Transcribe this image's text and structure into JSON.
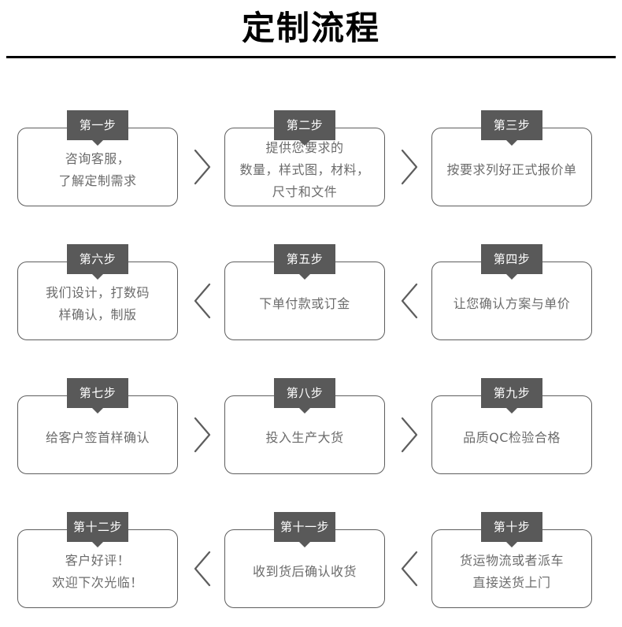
{
  "header": {
    "title": "定制流程"
  },
  "flow": {
    "rows": [
      {
        "direction": "right",
        "cells": [
          {
            "badge": "第一步",
            "lines": [
              "咨询客服，",
              "了解定制需求"
            ]
          },
          {
            "badge": "第二步",
            "lines": [
              "提供您要求的",
              "数量，样式图，材料，",
              "尺寸和文件"
            ]
          },
          {
            "badge": "第三步",
            "lines": [
              "按要求列好正式报价单"
            ]
          }
        ],
        "connectors": [
          "chevron-right-icon",
          "chevron-right-icon"
        ],
        "row_end_connector": "chevron-down-icon"
      },
      {
        "direction": "left",
        "cells": [
          {
            "badge": "第六步",
            "lines": [
              "我们设计，打数码",
              "样确认，制版"
            ]
          },
          {
            "badge": "第五步",
            "lines": [
              "下单付款或订金"
            ]
          },
          {
            "badge": "第四步",
            "lines": [
              "让您确认方案与单价"
            ]
          }
        ],
        "connectors": [
          "chevron-left-icon",
          "chevron-left-icon"
        ],
        "row_end_connector": "chevron-down-icon"
      },
      {
        "direction": "right",
        "cells": [
          {
            "badge": "第七步",
            "lines": [
              "给客户签首样确认"
            ]
          },
          {
            "badge": "第八步",
            "lines": [
              "投入生产大货"
            ]
          },
          {
            "badge": "第九步",
            "lines": [
              "品质QC检验合格"
            ]
          }
        ],
        "connectors": [
          "chevron-right-icon",
          "chevron-right-icon"
        ],
        "row_end_connector": "chevron-down-icon"
      },
      {
        "direction": "left",
        "cells": [
          {
            "badge": "第十二步",
            "lines": [
              "客户好评！",
              "欢迎下次光临！"
            ]
          },
          {
            "badge": "第十一步",
            "lines": [
              "收到货后确认收货"
            ]
          },
          {
            "badge": "第十步",
            "lines": [
              "货运物流或者派车",
              "直接送货上门"
            ]
          }
        ],
        "connectors": [
          "chevron-left-icon",
          "chevron-left-icon"
        ],
        "row_end_connector": null
      }
    ]
  },
  "colors": {
    "badge_bg": "#595959",
    "box_border": "#5d5d5d",
    "box_text": "#6b6b6b",
    "title": "#000000",
    "connector": "#5d5d5d",
    "background": "#ffffff"
  }
}
